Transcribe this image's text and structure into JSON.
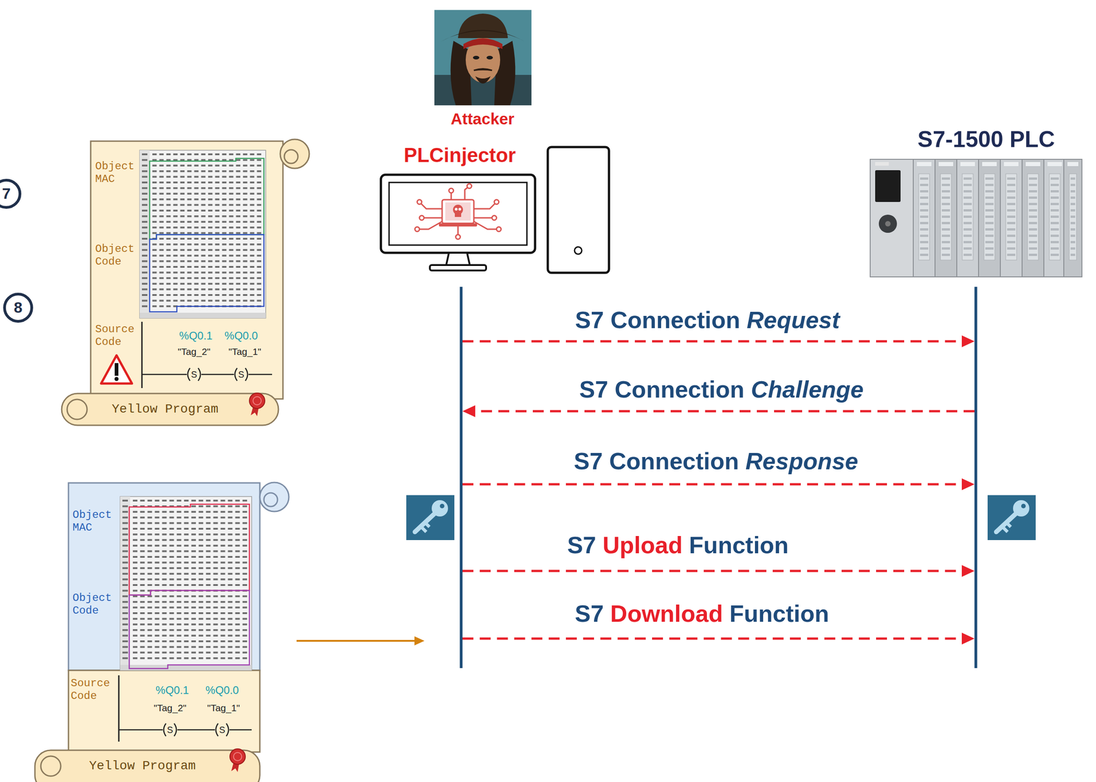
{
  "diagram": {
    "nodes": [
      {
        "text": [
          "PLCinjector"
        ]
      },
      {
        "text": [
          "S7-1500 PLC"
        ]
      },
      {
        "text": [
          "Object MAC",
          "Object Code",
          "Source Code",
          "%Q0.1",
          "%Q0.0",
          "\"Tag_2\"",
          "\"Tag_1\"",
          "S",
          "S",
          "Yellow Program"
        ]
      },
      {
        "text": [
          "Object MAC",
          "Object Code",
          "Source Code",
          "%Q0.1",
          "%Q0.0",
          "\"Tag_2\"",
          "\"Tag_1\"",
          "S",
          "S",
          "Yellow Program"
        ]
      }
    ],
    "edges": [
      {
        "from": 0,
        "to": 1,
        "arrow": "to",
        "label": "S7 Connection Request"
      },
      {
        "from": 1,
        "to": 0,
        "arrow": "to",
        "label": "S7 Connection Challenge"
      },
      {
        "from": 0,
        "to": 1,
        "arrow": "to",
        "label": "S7 Connection Response"
      },
      {
        "from": 0,
        "to": 1,
        "arrow": "to",
        "label": "S7 Upload Function"
      },
      {
        "from": 0,
        "to": 1,
        "arrow": "to",
        "label": "S7 Download Function"
      }
    ],
    "labels": [
      "Attacker",
      "7",
      "8"
    ]
  }
}
